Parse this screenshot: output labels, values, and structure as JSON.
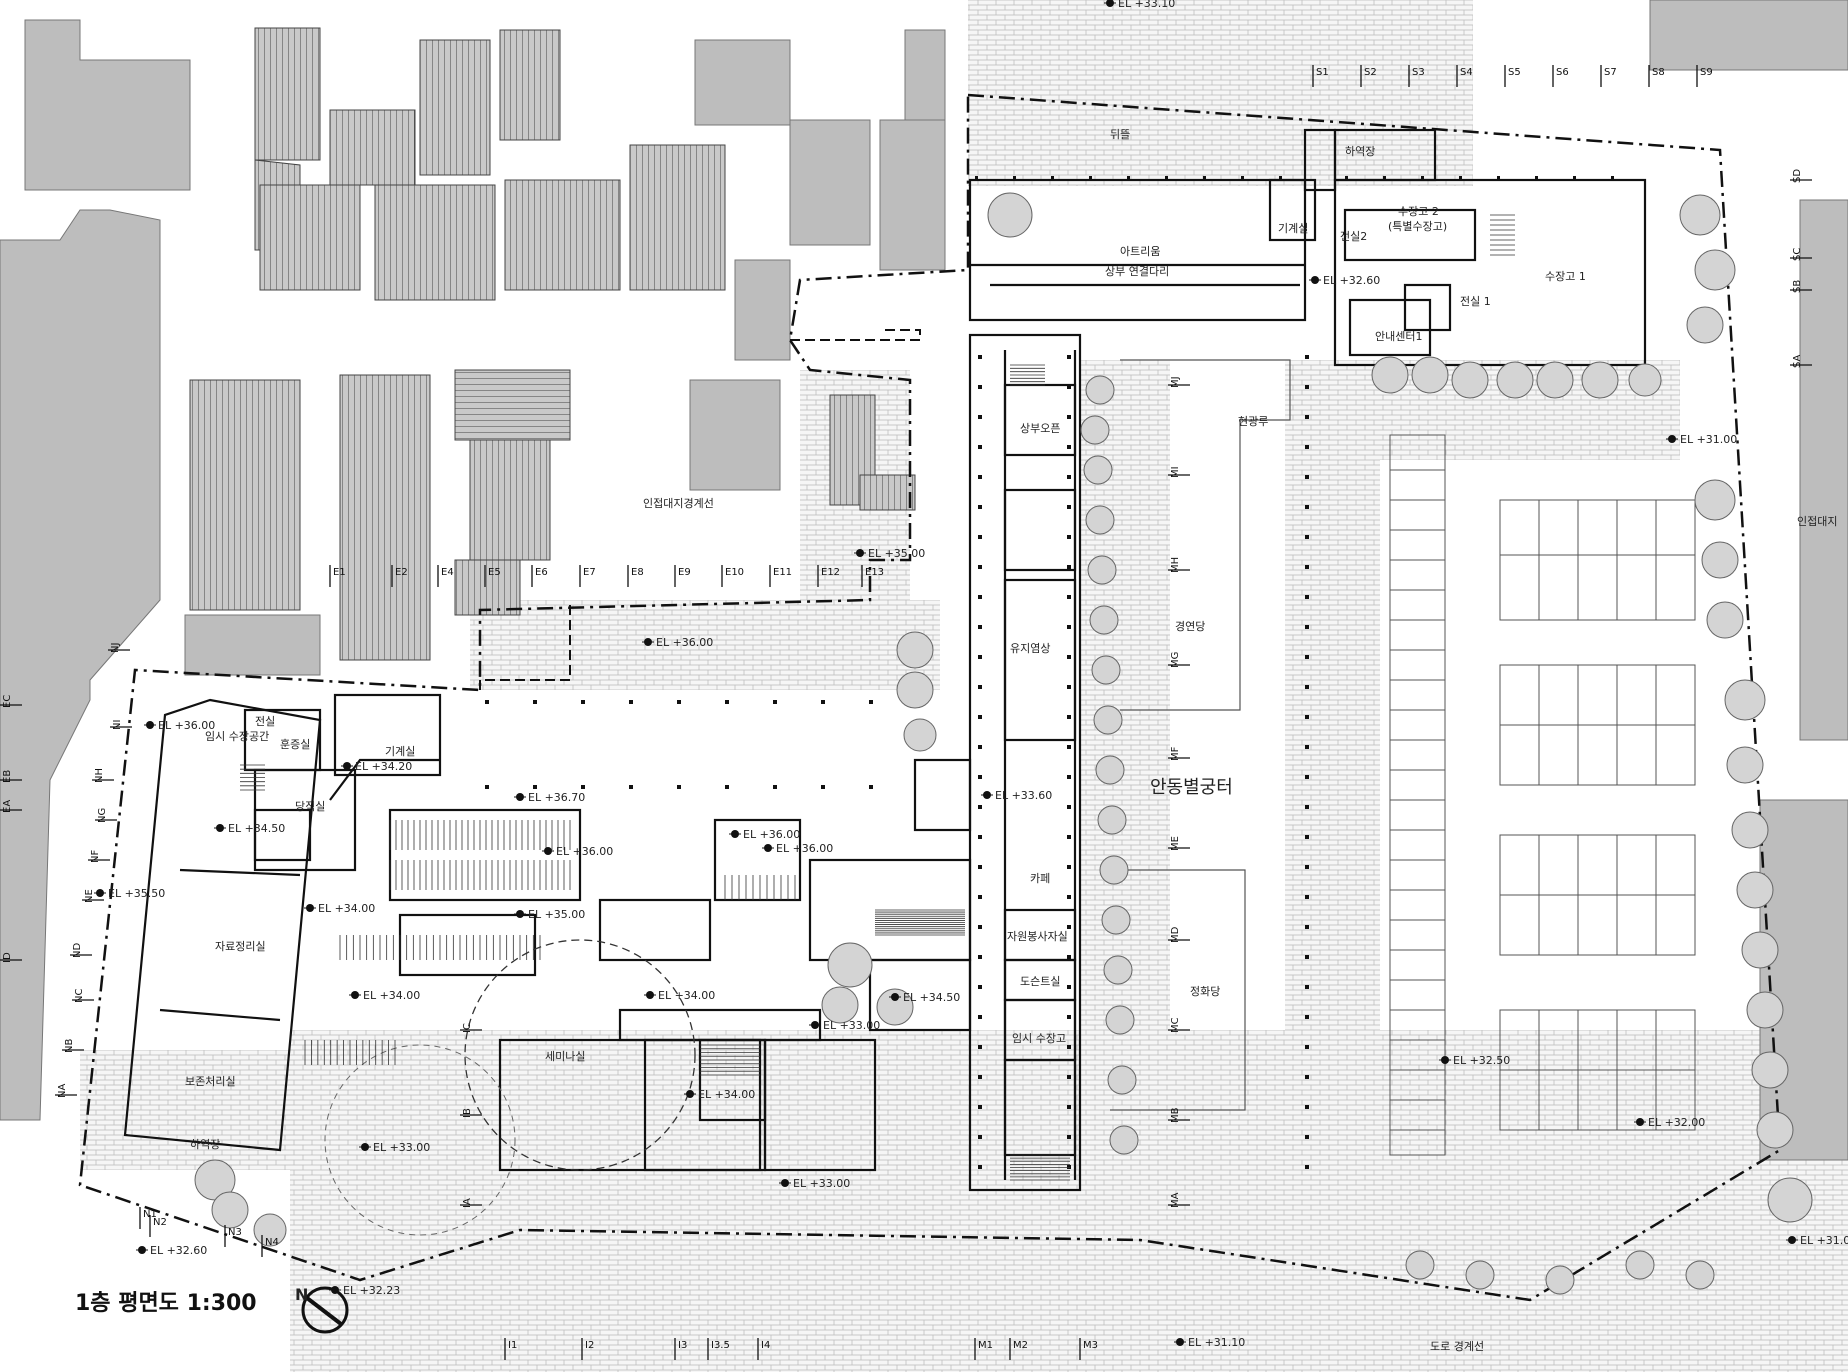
{
  "title": "1층 평면도 1:300",
  "rooms": {
    "rear_yard": "뒤뜰",
    "loading_top": "하역장",
    "atrium": "아트리움",
    "machine_top": "기계실",
    "storage2": "수장고 2",
    "storage2_sub": "(특별수장고)",
    "display2": "전실2",
    "bridge": "상부 연결다리",
    "info_center": "안내센터1",
    "display1": "전실 1",
    "storage1": "수장고 1",
    "upper_open": "상부오픈",
    "heritage_shop": "유지염상",
    "cafe": "카페",
    "volunteer": "자원봉사자실",
    "restroom": "도슨트실",
    "temp_storage_r": "임시 수장고",
    "seminar": "세미나실",
    "temp_storage_l": "임시 수장공간",
    "fumigation": "훈증실",
    "display_l": "전실",
    "machine_left": "기계실",
    "duty_room": "당직실",
    "archive": "자료정리실",
    "conservation": "보존처리실",
    "loading_bottom": "하역장",
    "hyeongwangru": "현광루",
    "gyeongyeondang": "경연당",
    "jeonghwadang": "정화당",
    "palace": "안동별궁터",
    "adjacent_boundary": "인접대지경계선",
    "adjacent_right": "인접대지",
    "road_boundary": "도로 경계선"
  },
  "elevations": [
    "EL +33.10",
    "EL +35.00",
    "EL +36.00",
    "EL +36.00",
    "EL +34.20",
    "EL +36.70",
    "EL +34.50",
    "EL +36.00",
    "EL +35.00",
    "EL +36.00",
    "EL +36.00",
    "EL +35.50",
    "EL +34.00",
    "EL +34.00",
    "EL +34.00",
    "EL +34.50",
    "EL +33.00",
    "EL +34.00",
    "EL +33.00",
    "EL +33.00",
    "EL +32.60",
    "EL +32.23",
    "EL +31.10",
    "EL +33.60",
    "EL +32.60",
    "EL +31.00",
    "EL +32.50",
    "EL +32.00",
    "EL +31.00"
  ],
  "grid": {
    "top": [
      "S1",
      "S2",
      "S3",
      "S4",
      "S5",
      "S6",
      "S7",
      "S8",
      "S9"
    ],
    "e_line": [
      "E1",
      "E2",
      "E4",
      "E5",
      "E6",
      "E7",
      "E8",
      "E9",
      "E10",
      "E11",
      "E12",
      "E13"
    ],
    "m_line": [
      "MJ",
      "MI",
      "MH",
      "MG",
      "MF",
      "ME",
      "MD",
      "MC",
      "MB",
      "MA"
    ],
    "n_left": [
      "NJ",
      "NI",
      "NH",
      "NG",
      "NF",
      "NE",
      "ND",
      "NC",
      "NB",
      "NA"
    ],
    "right": [
      "SD",
      "SC",
      "SB",
      "SA"
    ],
    "bottom": [
      "I1",
      "I2",
      "I3",
      "I3.5",
      "I4",
      "M1",
      "M2",
      "M3"
    ],
    "n_bottom": [
      "N1",
      "N2",
      "N3",
      "N4"
    ],
    "ib": [
      "IC",
      "IB",
      "IA"
    ],
    "e_left": [
      "EC",
      "EB",
      "EA",
      "ID"
    ]
  }
}
